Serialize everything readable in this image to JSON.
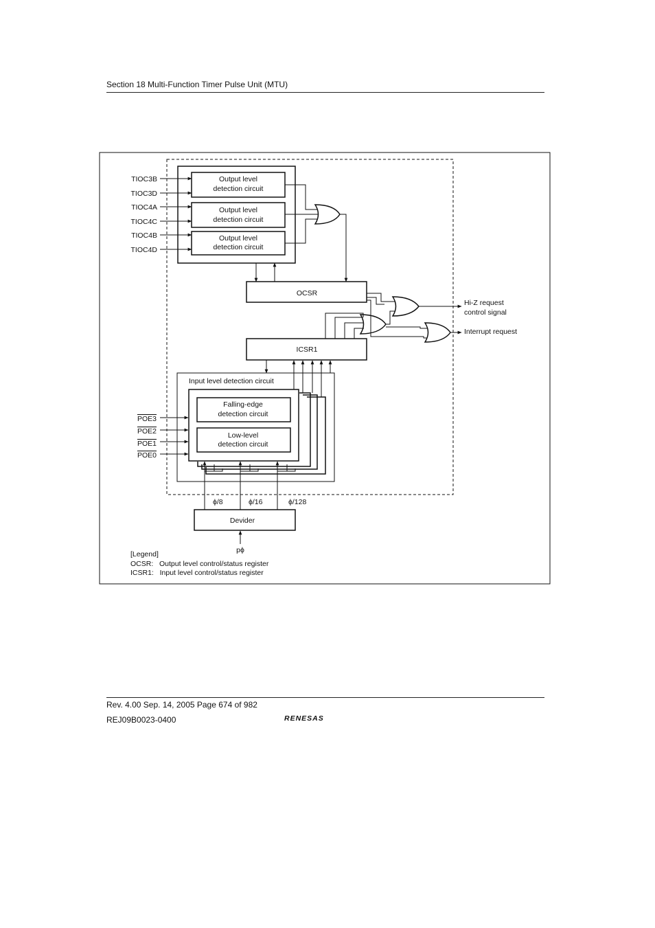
{
  "header": {
    "section": "Section 18   Multi-Function Timer Pulse Unit (MTU)"
  },
  "diagram": {
    "inputs_tioc": [
      "TIOC3B",
      "TIOC3D",
      "TIOC4A",
      "TIOC4C",
      "TIOC4B",
      "TIOC4D"
    ],
    "output_level_block": [
      "Output level",
      "detection circuit"
    ],
    "ocsr": "OCSR",
    "icsr1": "ICSR1",
    "hiz_output": [
      "Hi-Z request",
      "control signal"
    ],
    "interrupt_output": "Interrupt request",
    "input_level_title": "Input level detection circuit",
    "falling_edge": [
      "Falling-edge",
      "detection circuit"
    ],
    "low_level": [
      "Low-level",
      "detection circuit"
    ],
    "poe_inputs": [
      "POE3",
      "POE2",
      "POE1",
      "POE0"
    ],
    "clock_taps": [
      "ϕ/8",
      "ϕ/16",
      "ϕ/128"
    ],
    "divider": "Devider",
    "clock_in": "pϕ",
    "legend": [
      "[Legend]",
      "OCSR:   Output level control/status register",
      "ICSR1:   Input level control/status register"
    ]
  },
  "footer": {
    "rev": "Rev. 4.00  Sep. 14, 2005  Page 674 of 982",
    "doc": "REJ09B0023-0400",
    "brand": "RENESAS"
  }
}
